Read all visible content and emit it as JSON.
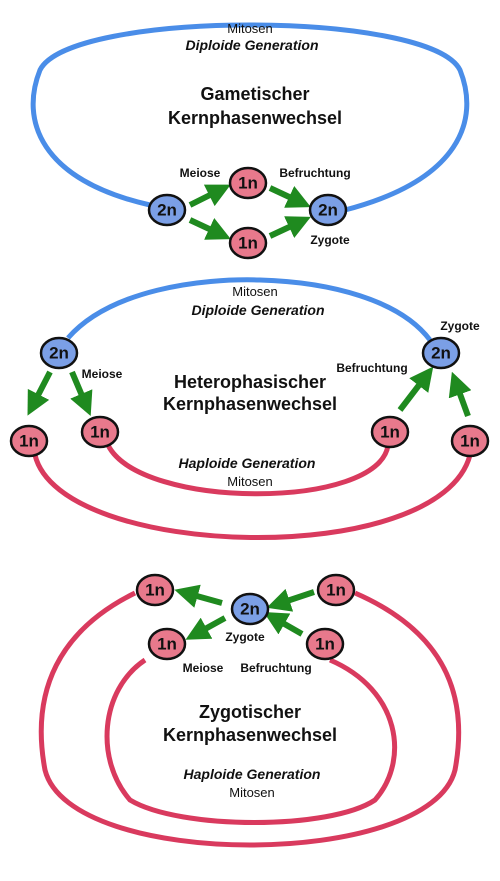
{
  "colors": {
    "diploid": "#7b9fe6",
    "haploid": "#e8798c",
    "loop_diploid": "#4a8de8",
    "loop_haploid": "#d93a5e",
    "arrow": "#1f8a1f"
  },
  "node_labels": {
    "diploid": "2n",
    "haploid": "1n"
  },
  "gametic": {
    "mitosis_label": "Mitosen",
    "generation_label": "Diploide Generation",
    "title_line1": "Gametischer",
    "title_line2": "Kernphasenwechsel",
    "meiosis_label": "Meiose",
    "fertilization_label": "Befruchtung",
    "zygote_label": "Zygote"
  },
  "heterophasic": {
    "diploid_mitosis_label": "Mitosen",
    "diploid_generation_label": "Diploide Generation",
    "zygote_label": "Zygote",
    "meiosis_label": "Meiose",
    "fertilization_label": "Befruchtung",
    "title_line1": "Heterophasischer",
    "title_line2": "Kernphasenwechsel",
    "haploid_generation_label": "Haploide Generation",
    "haploid_mitosis_label": "Mitosen"
  },
  "zygotic": {
    "zygote_label": "Zygote",
    "meiosis_label": "Meiose",
    "fertilization_label": "Befruchtung",
    "title_line1": "Zygotischer",
    "title_line2": "Kernphasenwechsel",
    "generation_label": "Haploide Generation",
    "mitosis_label": "Mitosen"
  }
}
